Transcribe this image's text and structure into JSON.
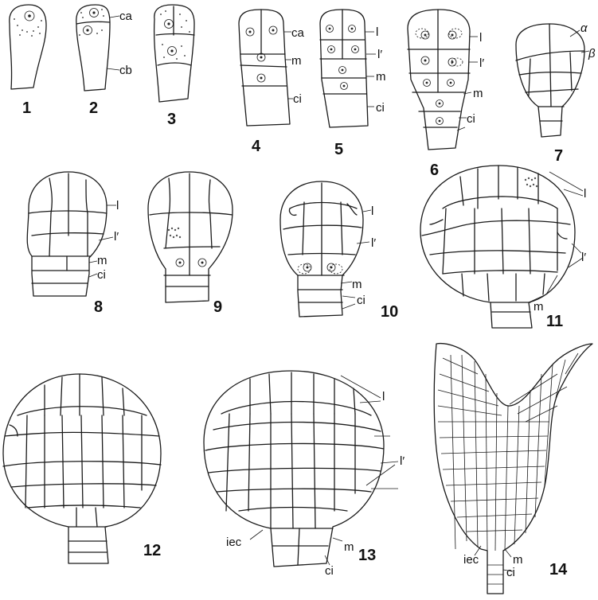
{
  "figures": [
    {
      "number": "1",
      "labels": []
    },
    {
      "number": "2",
      "labels": [
        "ca",
        "cb"
      ]
    },
    {
      "number": "3",
      "labels": []
    },
    {
      "number": "4",
      "labels": [
        "ca",
        "m",
        "ci"
      ]
    },
    {
      "number": "5",
      "labels": [
        "l",
        "l′",
        "m",
        "ci"
      ]
    },
    {
      "number": "6",
      "labels": [
        "l",
        "l′",
        "m",
        "ci"
      ]
    },
    {
      "number": "7",
      "labels": [
        "α",
        "β"
      ]
    },
    {
      "number": "8",
      "labels": [
        "l",
        "l′",
        "m",
        "ci"
      ]
    },
    {
      "number": "9",
      "labels": []
    },
    {
      "number": "10",
      "labels": [
        "l",
        "l′",
        "m",
        "ci"
      ]
    },
    {
      "number": "11",
      "labels": [
        "l",
        "l′",
        "m"
      ]
    },
    {
      "number": "12",
      "labels": []
    },
    {
      "number": "13",
      "labels": [
        "l",
        "l′",
        "iec",
        "m",
        "ci"
      ]
    },
    {
      "number": "14",
      "labels": [
        "iec",
        "m",
        "ci"
      ]
    }
  ]
}
